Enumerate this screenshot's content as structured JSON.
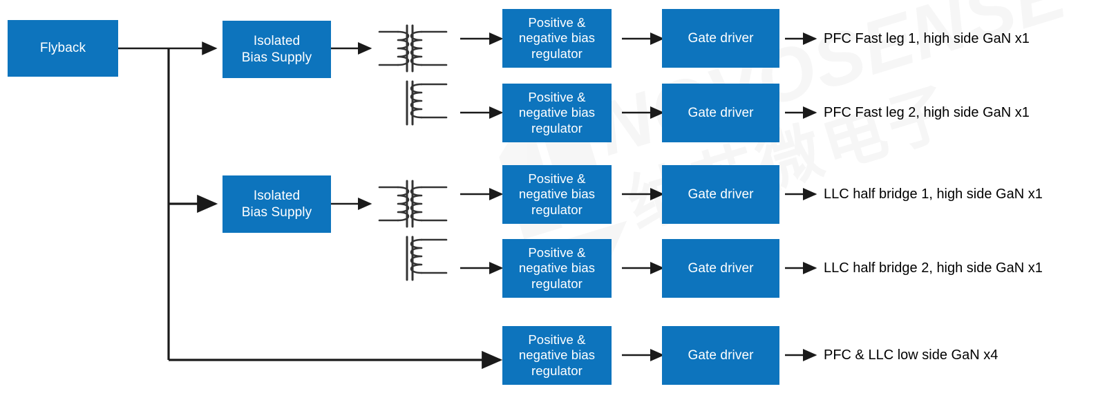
{
  "diagram": {
    "title": "Isolated bias supply and gate driver architecture",
    "accent_color": "#0D74BD",
    "wire_color": "#1A1A1A",
    "background": "#FFFFFF",
    "watermark": {
      "brand": "NOVOSENSE",
      "brand_cn": "纳芯微电子",
      "logo": "novosense-n-logo"
    }
  },
  "blocks": {
    "flyback": {
      "label": "Flyback"
    },
    "bias_supply_1": {
      "label": "Isolated\nBias Supply",
      "line1": "Isolated",
      "line2": "Bias Supply"
    },
    "bias_supply_2": {
      "label": "Isolated\nBias Supply",
      "line1": "Isolated",
      "line2": "Bias Supply"
    },
    "regulator_label": {
      "line1": "Positive &",
      "line2": "negative bias",
      "line3": "regulator"
    },
    "gate_driver_label": {
      "label": "Gate driver"
    }
  },
  "rows": [
    {
      "id": "row-1",
      "regulator": {
        "line1": "Positive &",
        "line2": "negative bias",
        "line3": "regulator"
      },
      "gate_driver": "Gate driver",
      "output": "PFC Fast leg 1, high side GaN x1"
    },
    {
      "id": "row-2",
      "regulator": {
        "line1": "Positive &",
        "line2": "negative bias",
        "line3": "regulator"
      },
      "gate_driver": "Gate driver",
      "output": "PFC Fast leg 2, high side GaN x1"
    },
    {
      "id": "row-3",
      "regulator": {
        "line1": "Positive &",
        "line2": "negative bias",
        "line3": "regulator"
      },
      "gate_driver": "Gate driver",
      "output": "LLC half bridge 1, high side GaN x1"
    },
    {
      "id": "row-4",
      "regulator": {
        "line1": "Positive &",
        "line2": "negative bias",
        "line3": "regulator"
      },
      "gate_driver": "Gate driver",
      "output": "LLC half bridge 2, high side GaN x1"
    },
    {
      "id": "row-5",
      "regulator": {
        "line1": "Positive &",
        "line2": "negative bias",
        "line3": "regulator"
      },
      "gate_driver": "Gate driver",
      "output": "PFC &amp; LLC low side GaN x4"
    }
  ],
  "symbols": {
    "transformer_1": "transformer-two-secondary",
    "transformer_2": "transformer-two-secondary"
  }
}
